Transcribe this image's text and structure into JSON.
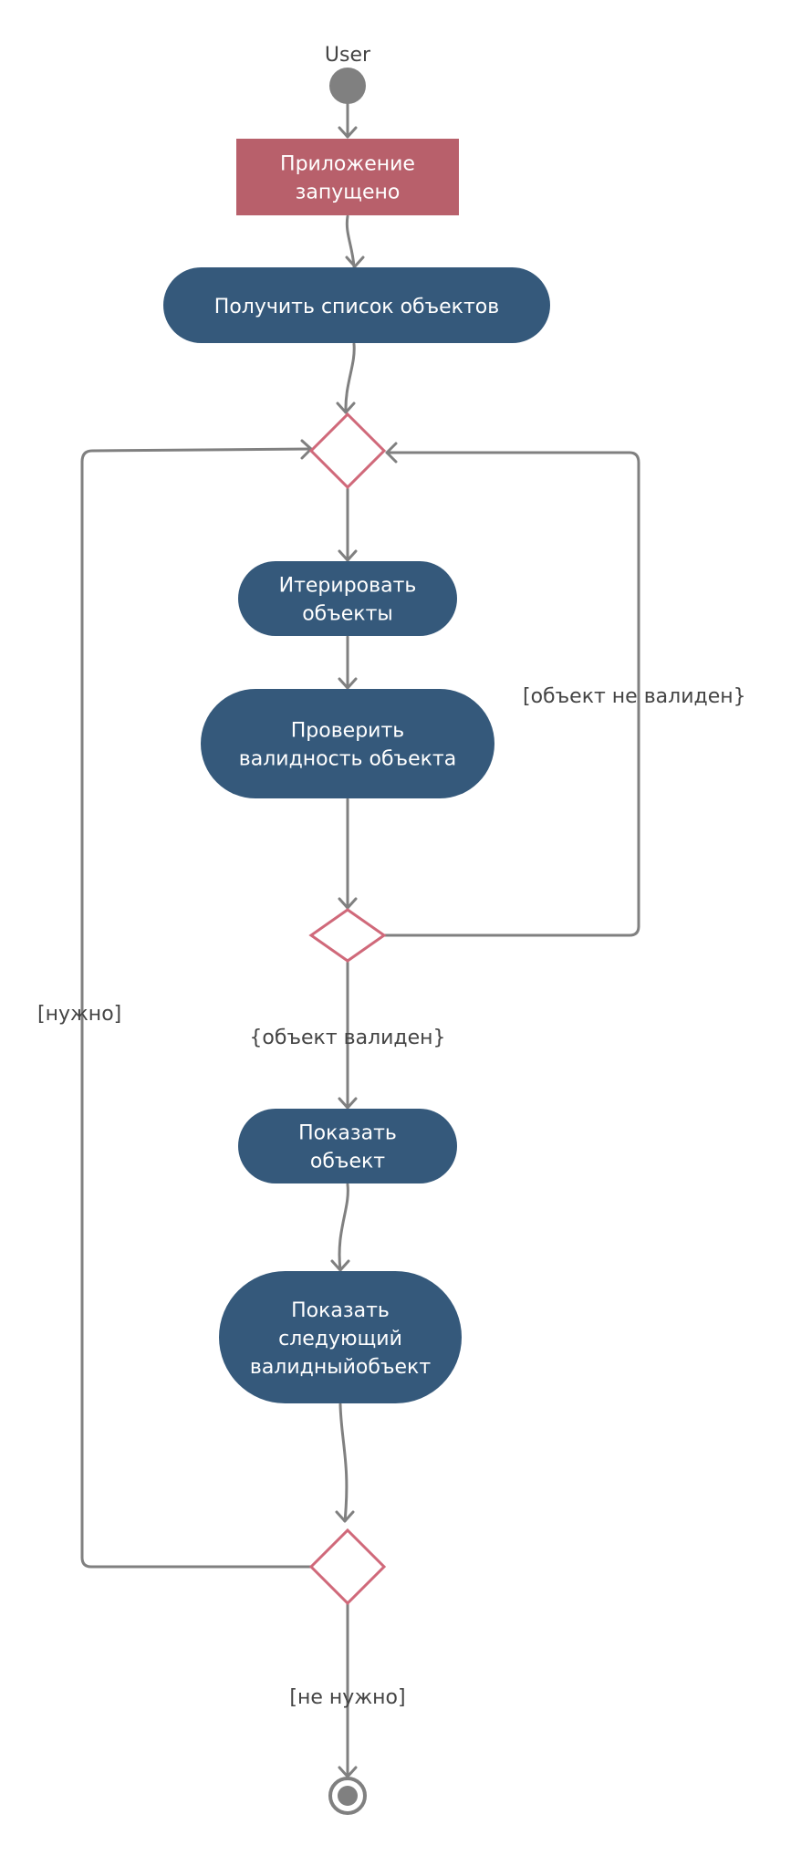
{
  "colors": {
    "action_fill": "#35597B",
    "event_fill": "#B8606B",
    "decision_stroke": "#D0697A",
    "edge": "#808080",
    "start_fill": "#808080",
    "end_stroke": "#808080",
    "label_text": "#444444",
    "node_text": "#FFFFFF"
  },
  "diagram": {
    "swimlane_label": "User",
    "nodes": {
      "app_started": [
        "Приложение",
        "запущено"
      ],
      "get_list": [
        "Получить список объектов"
      ],
      "iterate": [
        "Итерировать",
        "объекты"
      ],
      "validate": [
        "Проверить",
        "валидность объекта"
      ],
      "show_object": [
        "Показать",
        "объект"
      ],
      "show_next": [
        "Показать",
        "следующий",
        "валидныйобъект"
      ]
    },
    "guards": {
      "not_valid": "[объект не валиден}",
      "valid": "{объект валиден}",
      "needed": "[нужно]",
      "not_needed": "[не нужно]"
    }
  }
}
